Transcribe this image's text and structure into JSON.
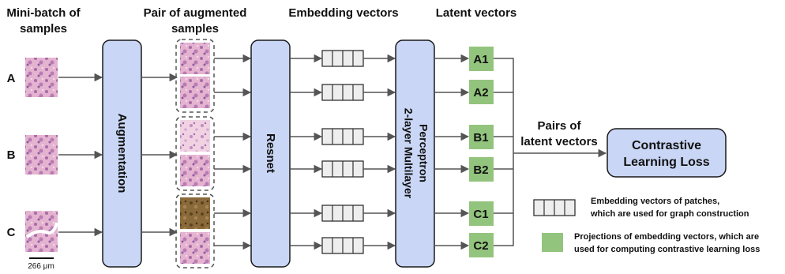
{
  "headers": {
    "minibatch_line1": "Mini-batch of",
    "minibatch_line2": "samples",
    "pair_line1": "Pair of augmented",
    "pair_line2": "samples",
    "embedding": "Embedding vectors",
    "latent": "Latent vectors"
  },
  "samples": [
    "A",
    "B",
    "C"
  ],
  "blocks": {
    "augmentation": "Augmentation",
    "resnet": "Resnet",
    "mlp_line1": "2-layer Multilayer",
    "mlp_line2": "Perceptron"
  },
  "latent_labels": [
    "A1",
    "A2",
    "B1",
    "B2",
    "C1",
    "C2"
  ],
  "pairs_label_line1": "Pairs of",
  "pairs_label_line2": "latent vectors",
  "loss_line1": "Contrastive",
  "loss_line2": "Learning Loss",
  "legend": {
    "embedding_line1": "Embedding vectors of patches,",
    "embedding_line2": "which are used for graph construction",
    "projection_line1": "Projections of embedding vectors, which are",
    "projection_line2": "used for computing contrastive learning loss"
  },
  "scale_bar": "266 μm",
  "colors": {
    "block_fill": "#c9d6f5",
    "block_stroke": "#1a1a1a",
    "latent_fill": "#93c47d",
    "vector_fill": "#eeeeee",
    "arrow": "#555555",
    "tissue_pink": "#d79ac0",
    "tissue_purple": "#8a5c9e",
    "tissue_brown": "#7a5a2e"
  }
}
